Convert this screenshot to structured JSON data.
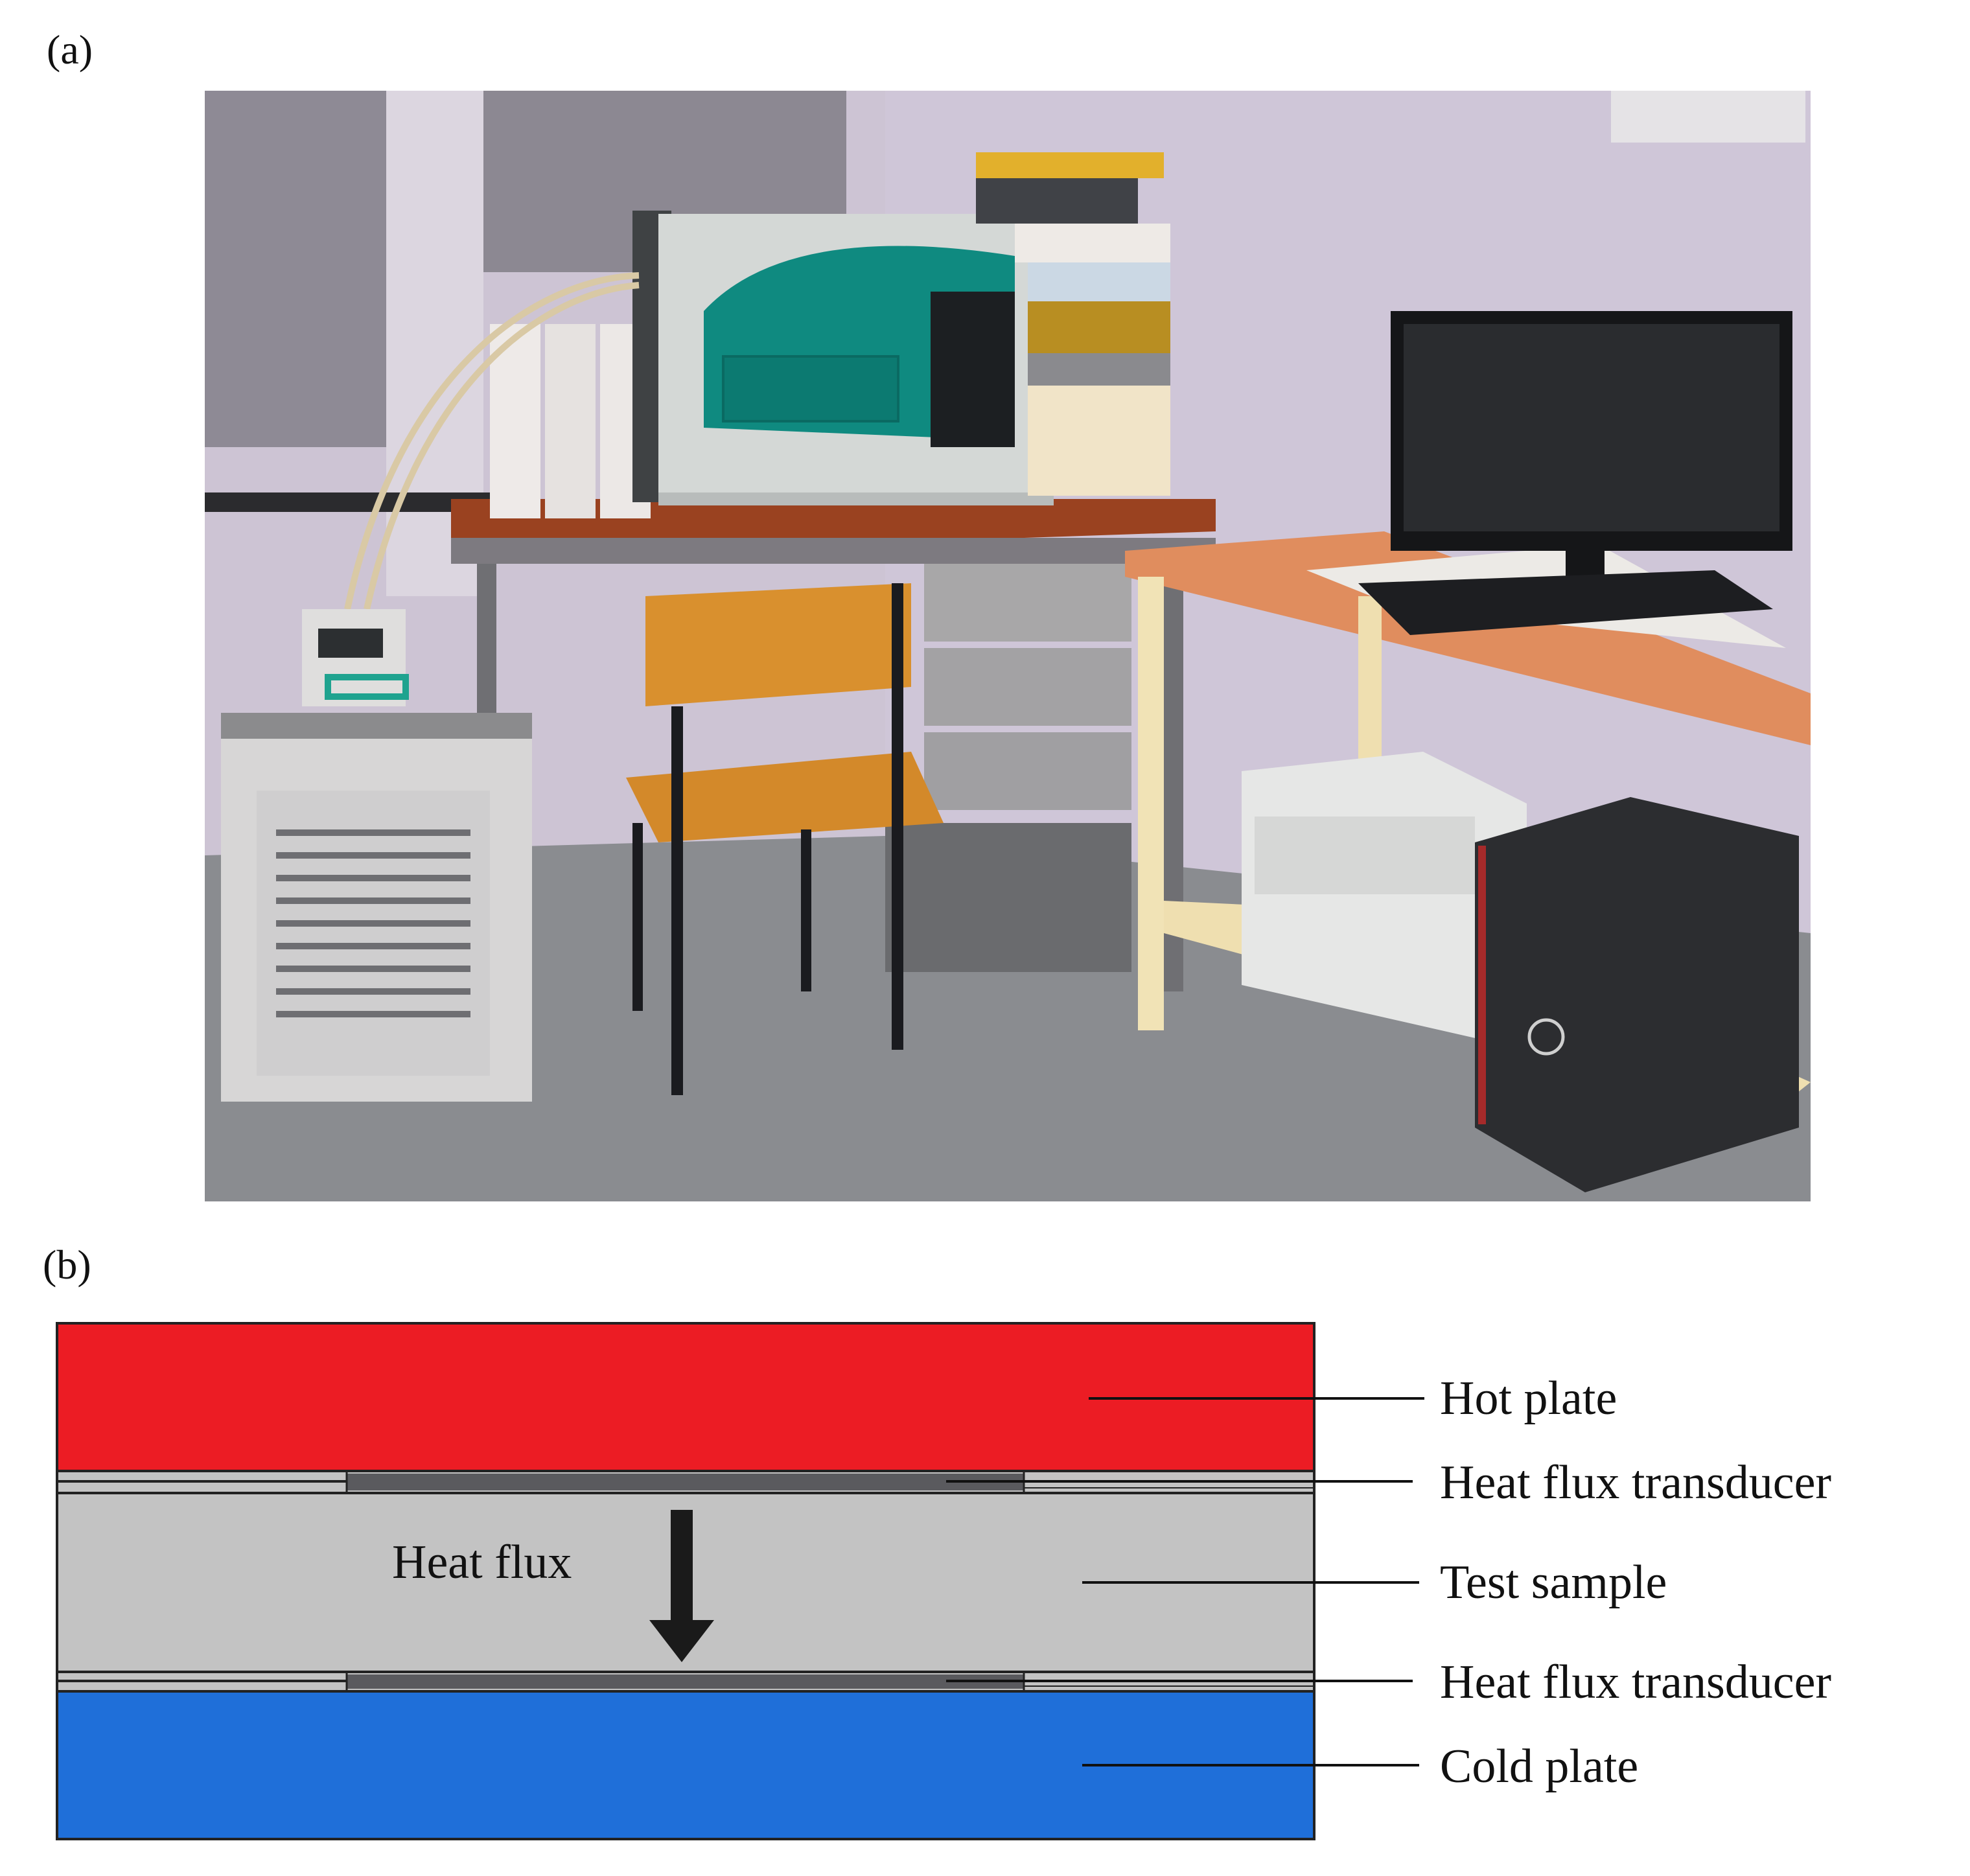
{
  "panels": {
    "a_label": "(a)",
    "b_label": "(b)"
  },
  "diagram": {
    "arrow_label": "Heat flux",
    "layers": [
      {
        "id": "hot-plate",
        "label": "Hot plate",
        "color": "#ec1c24"
      },
      {
        "id": "top-transducer",
        "label": "Heat flux transducer",
        "color": "#5a5a5e"
      },
      {
        "id": "test-sample",
        "label": "Test sample",
        "color": "#c3c3c3"
      },
      {
        "id": "bottom-transducer",
        "label": "Heat flux transducer",
        "color": "#5a5a5e"
      },
      {
        "id": "cold-plate",
        "label": "Cold plate",
        "color": "#1f6fd9"
      }
    ]
  },
  "colors": {
    "wall": "#cfc7d6",
    "floor": "#8d8f93",
    "desk_top": "#a24a25",
    "instrument_teal": "#0f8a80"
  }
}
